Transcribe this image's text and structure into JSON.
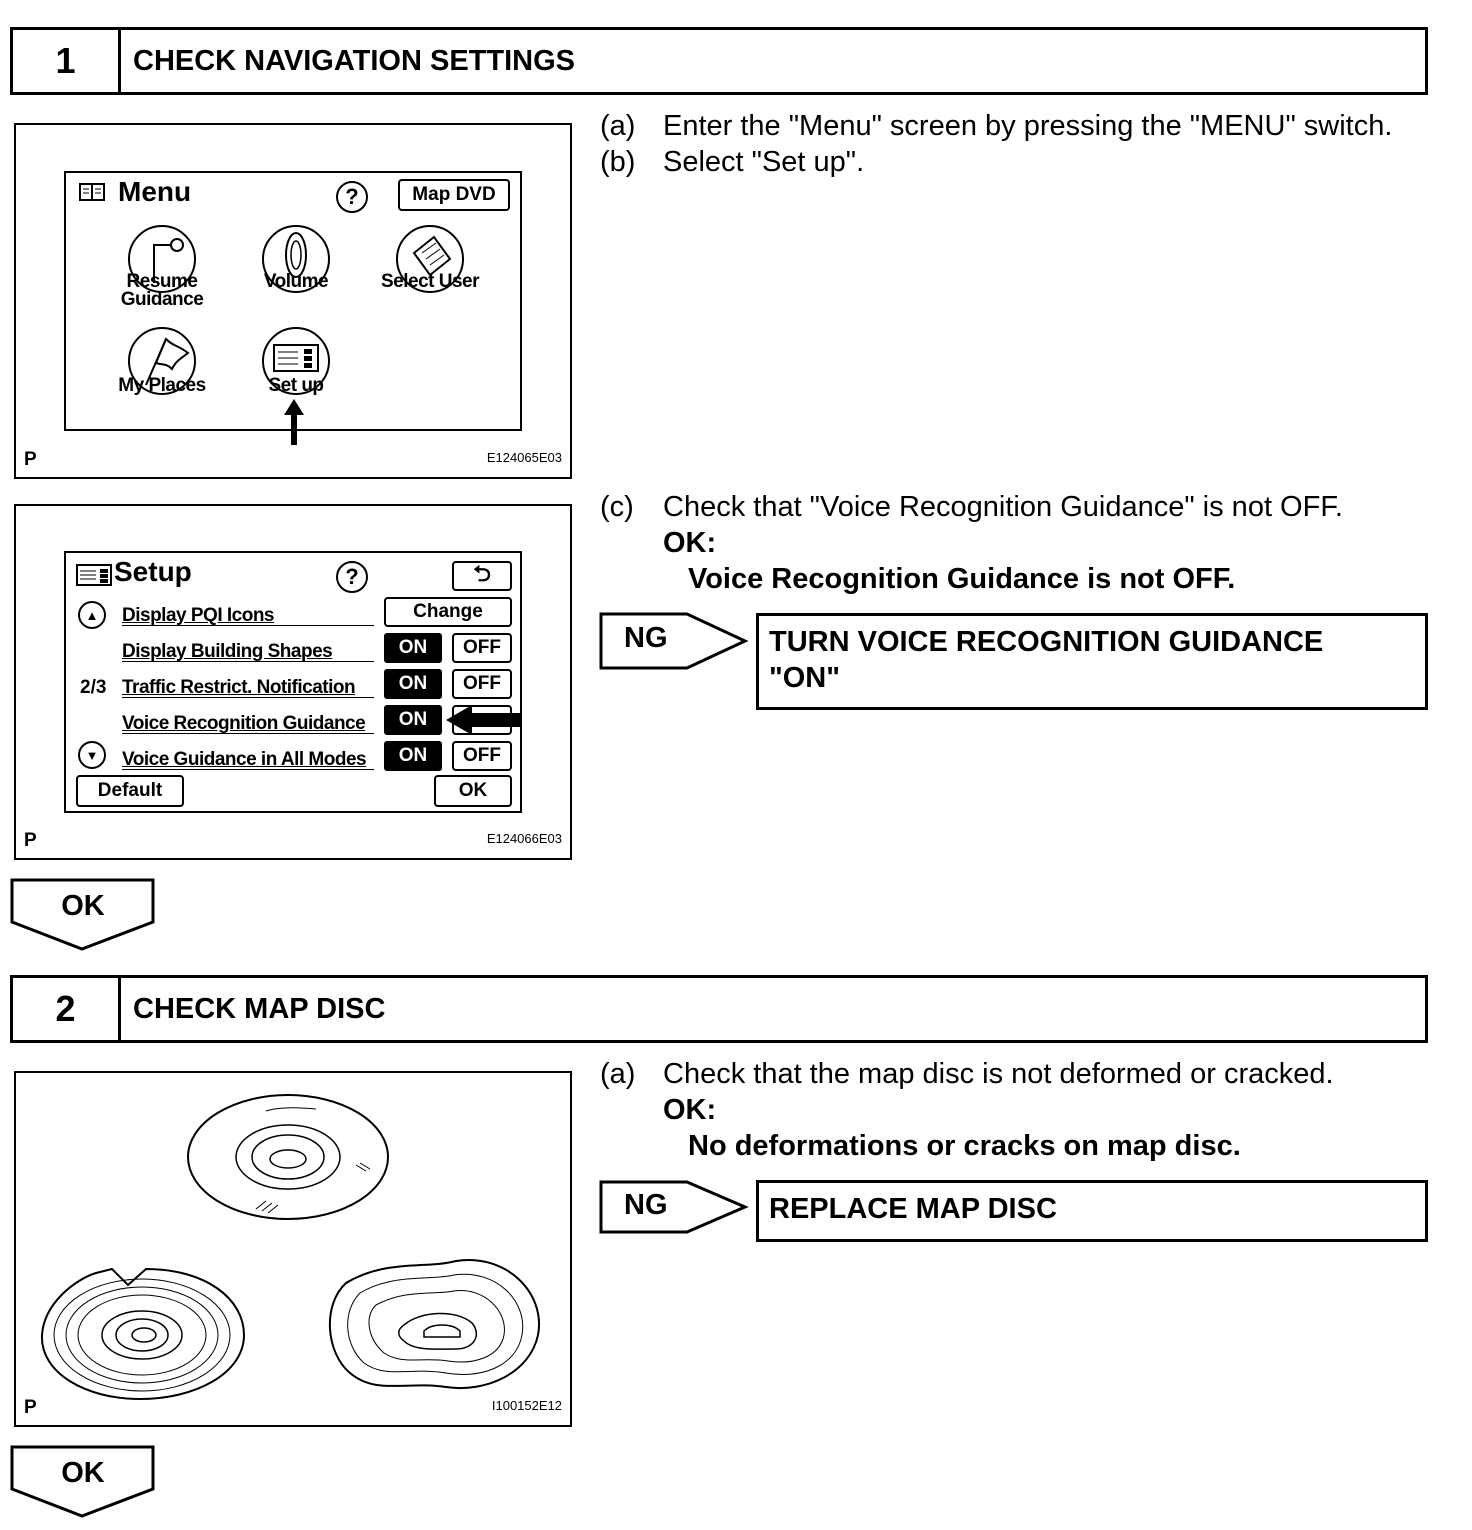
{
  "step1": {
    "number": "1",
    "title": "CHECK NAVIGATION SETTINGS",
    "fig_menu": {
      "title": "Menu",
      "help": "?",
      "map_dvd": "Map DVD",
      "items": [
        "Resume\nGuidance",
        "Volume",
        "Select User",
        "My Places",
        "Set up"
      ],
      "p": "P",
      "code": "E124065E03"
    },
    "fig_setup": {
      "title": "Setup",
      "help": "?",
      "back": "⮌",
      "page": "2/3",
      "rows": [
        "Display PQI Icons",
        "Display Building Shapes",
        "Traffic Restrict. Notification",
        "Voice Recognition Guidance",
        "Voice Guidance in All Modes"
      ],
      "change": "Change",
      "on": "ON",
      "off": "OFF",
      "default": "Default",
      "ok": "OK",
      "p": "P",
      "code": "E124066E03"
    },
    "instr": [
      {
        "label": "(a)",
        "text": "Enter the \"Menu\" screen by pressing the \"MENU\" switch."
      },
      {
        "label": "(b)",
        "text": "Select \"Set up\"."
      },
      {
        "label": "(c)",
        "text": "Check that \"Voice Recognition Guidance\" is not OFF."
      }
    ],
    "ok_heading": "OK:",
    "ok_text": "Voice Recognition Guidance is not OFF.",
    "ng": "NG",
    "ng_result_line1": "TURN VOICE RECOGNITION GUIDANCE",
    "ng_result_line2": "\"ON\"",
    "ok_arrow": "OK"
  },
  "step2": {
    "number": "2",
    "title": "CHECK MAP DISC",
    "fig": {
      "p": "P",
      "code": "I100152E12"
    },
    "instr": {
      "label": "(a)",
      "text": "Check that the map disc is not deformed or cracked."
    },
    "ok_heading": "OK:",
    "ok_text": "No deformations or cracks on map disc.",
    "ng": "NG",
    "ng_result": "REPLACE MAP DISC",
    "ok_arrow": "OK"
  }
}
